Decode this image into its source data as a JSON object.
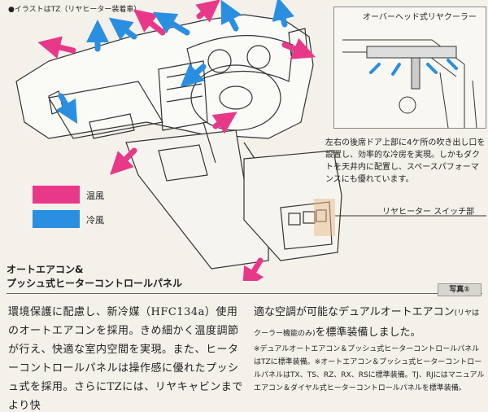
{
  "header": {
    "illustration_note": "●イラストはTZ（リヤヒーター装着車）"
  },
  "legend": {
    "warm": {
      "label": "温風",
      "color": "#e8388a"
    },
    "cool": {
      "label": "冷風",
      "color": "#2a8fe0"
    }
  },
  "rear_cooler": {
    "title": "オーバーヘッド式リヤクーラー",
    "description": "左右の後席ドア上部に4ケ所の吹き出し口を設置し、効率的な冷房を実現。しかもダクトを天井内に配置し、スペースパフォーマンスにも優れています。"
  },
  "callout": {
    "rear_heater_switch": "リヤヒーター スイッチ部"
  },
  "section": {
    "title_line1": "オートエアコン&",
    "title_line2": "プッシュ式ヒーターコントロールパネル",
    "photo_badge": "写真①"
  },
  "body": {
    "left_text": "環境保護に配慮し、新冷媒（HFC134a）使用のオートエアコンを採用。きめ細かく温度調節が行え、快適な室内空間を実現。また、ヒーターコントロールパネルは操作感に優れたプッシュ式を採用。さらにTZには、リヤキャビンまでより快",
    "right_text_main": "適な空調が可能なデュアルオートエアコン",
    "right_text_small": "(リヤはクーラー機能のみ)",
    "right_text_end": "を標準装備しました。",
    "footnote": "※デュアルオートエアコン＆プッシュ式ヒーターコントロールパネルはTZに標準装備。※オートエアコン＆プッシュ式ヒーターコントロールパネルはTX、TS、RZ、RX、RSに標準装備。TJ、RJにはマニュアルエアコン＆ダイヤル式ヒーターコントロールパネルを標準装備。"
  }
}
